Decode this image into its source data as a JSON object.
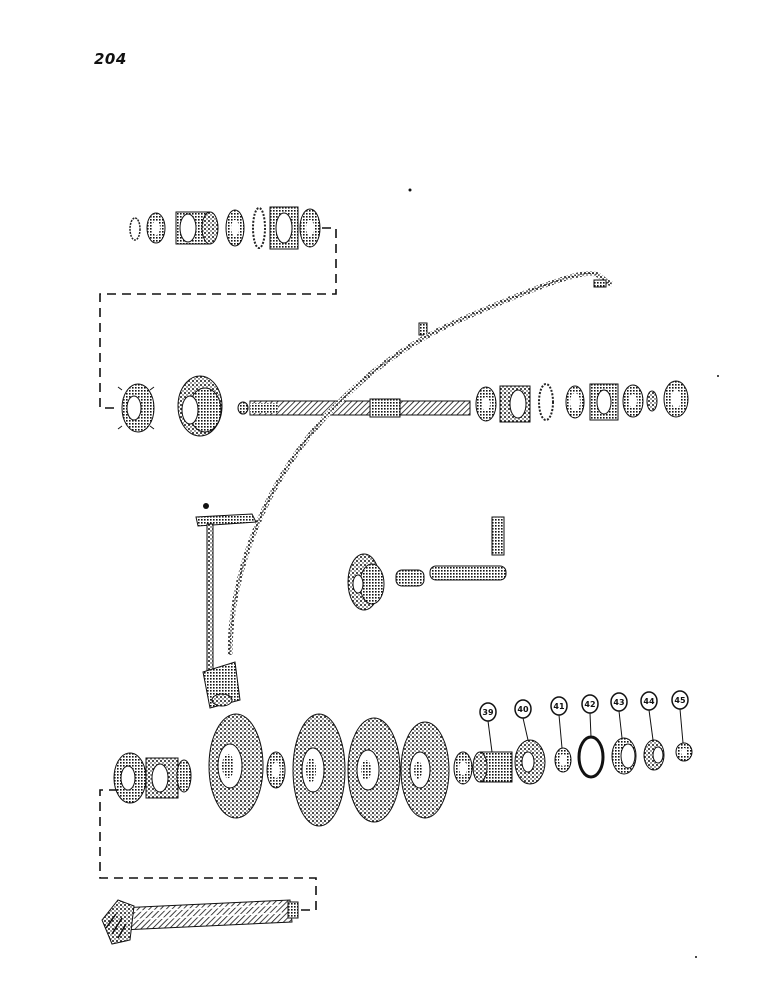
{
  "page": {
    "number": "204"
  },
  "callouts": [
    "39",
    "40",
    "41",
    "42",
    "43",
    "44",
    "45"
  ],
  "colors": {
    "ink": "#1a1a1a",
    "paper": "#ffffff"
  }
}
